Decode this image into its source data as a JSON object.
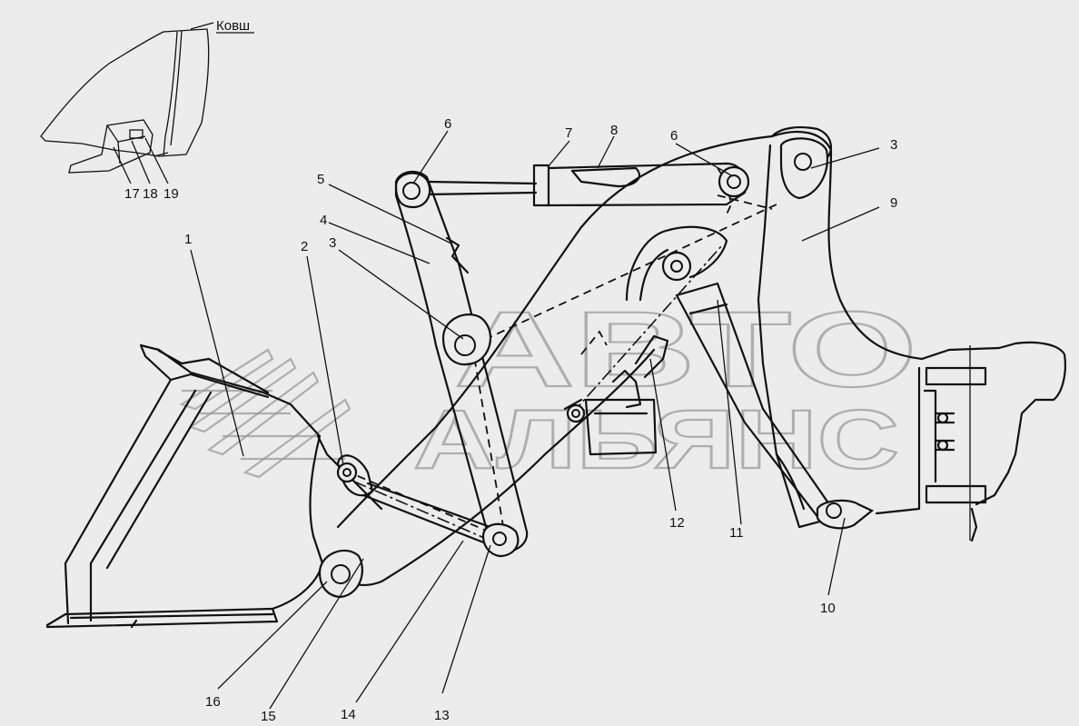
{
  "inset": {
    "title": "Ковш",
    "labels": [
      "17",
      "18",
      "19"
    ]
  },
  "parts": [
    {
      "n": "1"
    },
    {
      "n": "2"
    },
    {
      "n": "3"
    },
    {
      "n": "3"
    },
    {
      "n": "4"
    },
    {
      "n": "5"
    },
    {
      "n": "6"
    },
    {
      "n": "6"
    },
    {
      "n": "7"
    },
    {
      "n": "8"
    },
    {
      "n": "9"
    },
    {
      "n": "10"
    },
    {
      "n": "11"
    },
    {
      "n": "12"
    },
    {
      "n": "13"
    },
    {
      "n": "14"
    },
    {
      "n": "15"
    },
    {
      "n": "16"
    }
  ],
  "watermark": {
    "line1": "АВТО",
    "line2": "АЛЬЯНС"
  }
}
